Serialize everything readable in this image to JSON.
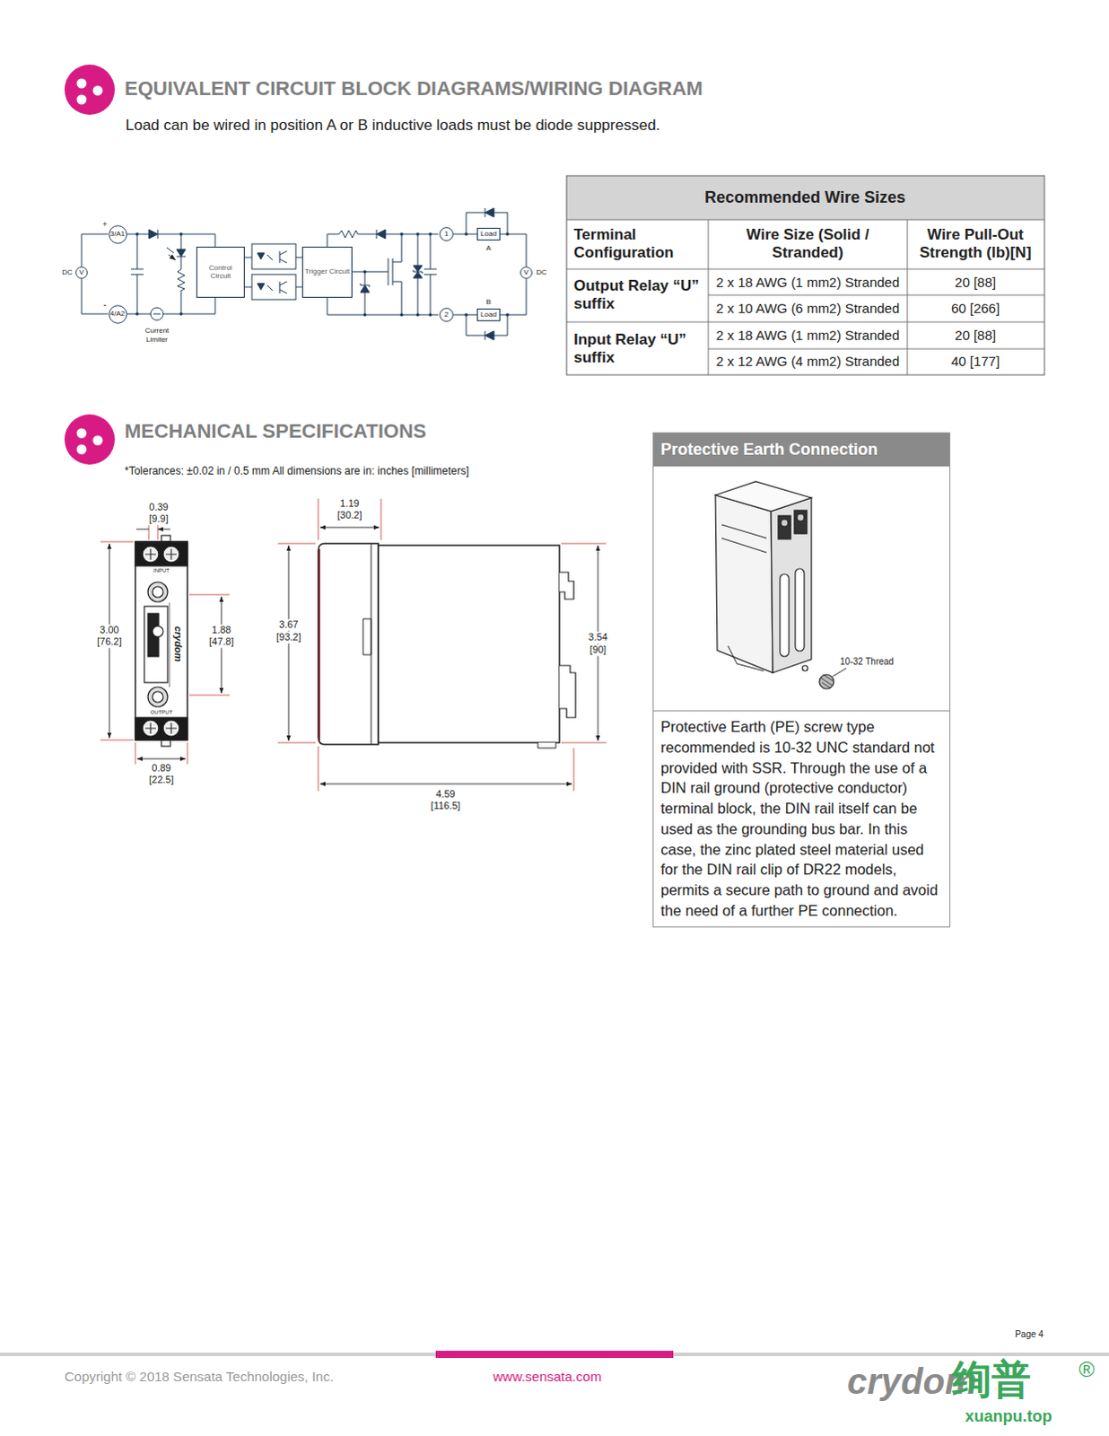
{
  "diagram": {
    "title": "EQUIVALENT CIRCUIT BLOCK DIAGRAMS/WIRING DIAGRAM",
    "nodes": [
      {
        "text": [
          "3/A1"
        ]
      },
      {
        "text": [
          "4/A2"
        ]
      },
      {
        "text": [
          "V"
        ]
      },
      {
        "text": [
          "Control Circuit"
        ]
      },
      {
        "text": [
          "Trigger Circuit"
        ]
      },
      {
        "text": [
          "1"
        ]
      },
      {
        "text": [
          "2"
        ]
      },
      {
        "text": [
          "Load"
        ]
      },
      {
        "text": [
          "Load"
        ]
      },
      {
        "text": [
          "V"
        ]
      },
      {
        "text": [
          "Protective Earth Connection",
          "Protective Earth (PE) screw type recommended is 10-32 UNC standard not provided with SSR. Through the use of a DIN rail ground (protective conductor) terminal block, the DIN rail itself can be used as the grounding bus bar. In this case, the zinc plated steel material used for the DIN rail clip of DR22 models, permits a secure path to ground and avoid the need of a further PE connection."
        ]
      }
    ],
    "edges": [
      {
        "from": 2,
        "to": 0,
        "arrow": "none"
      },
      {
        "from": 2,
        "to": 1,
        "arrow": "none"
      },
      {
        "from": 5,
        "to": 7,
        "arrow": "none"
      },
      {
        "from": 6,
        "to": 8,
        "arrow": "none"
      },
      {
        "from": 7,
        "to": 9,
        "arrow": "none"
      },
      {
        "from": 8,
        "to": 9,
        "arrow": "none"
      }
    ],
    "labels": [
      "Load can be wired in position A or B inductive loads must be diode suppressed.",
      "+",
      "-",
      "DC",
      "DC",
      "A",
      "B",
      "Current Limiter",
      "MECHANICAL SPECIFICATIONS",
      "*Tolerances: ±0.02 in / 0.5 mm All dimensions are in: inches [millimeters]",
      "0.39",
      "[9.9]",
      "3.00",
      "[76.2]",
      "1.88",
      "[47.8]",
      "0.89",
      "[22.5]",
      "1.19",
      "[30.2]",
      "3.67",
      "[93.2]",
      "3.54",
      "[90]",
      "4.59",
      "[116.5]",
      "INPUT",
      "OUTPUT",
      "crydom",
      "10-32 Thread",
      "Recommended Wire Sizes",
      "Terminal Configuration",
      "Wire Size (Solid / Stranded)",
      "Wire Pull-Out Strength (lb)[N]",
      "Output Relay “U” suffix",
      "2 x 18 AWG (1 mm2) Stranded",
      "20 [88]",
      "2 x 10 AWG (6 mm2) Stranded",
      "60 [266]",
      "Input Relay “U” suffix",
      "2 x 18 AWG (1 mm2) Stranded",
      "20 [88]",
      "2 x 12 AWG (4 mm2) Stranded",
      "40 [177]",
      "Page 4",
      "Copyright © 2018 Sensata Technologies, Inc.",
      "www.sensata.com",
      "crydom",
      "绚普",
      "xuanpu.top",
      "®"
    ]
  }
}
